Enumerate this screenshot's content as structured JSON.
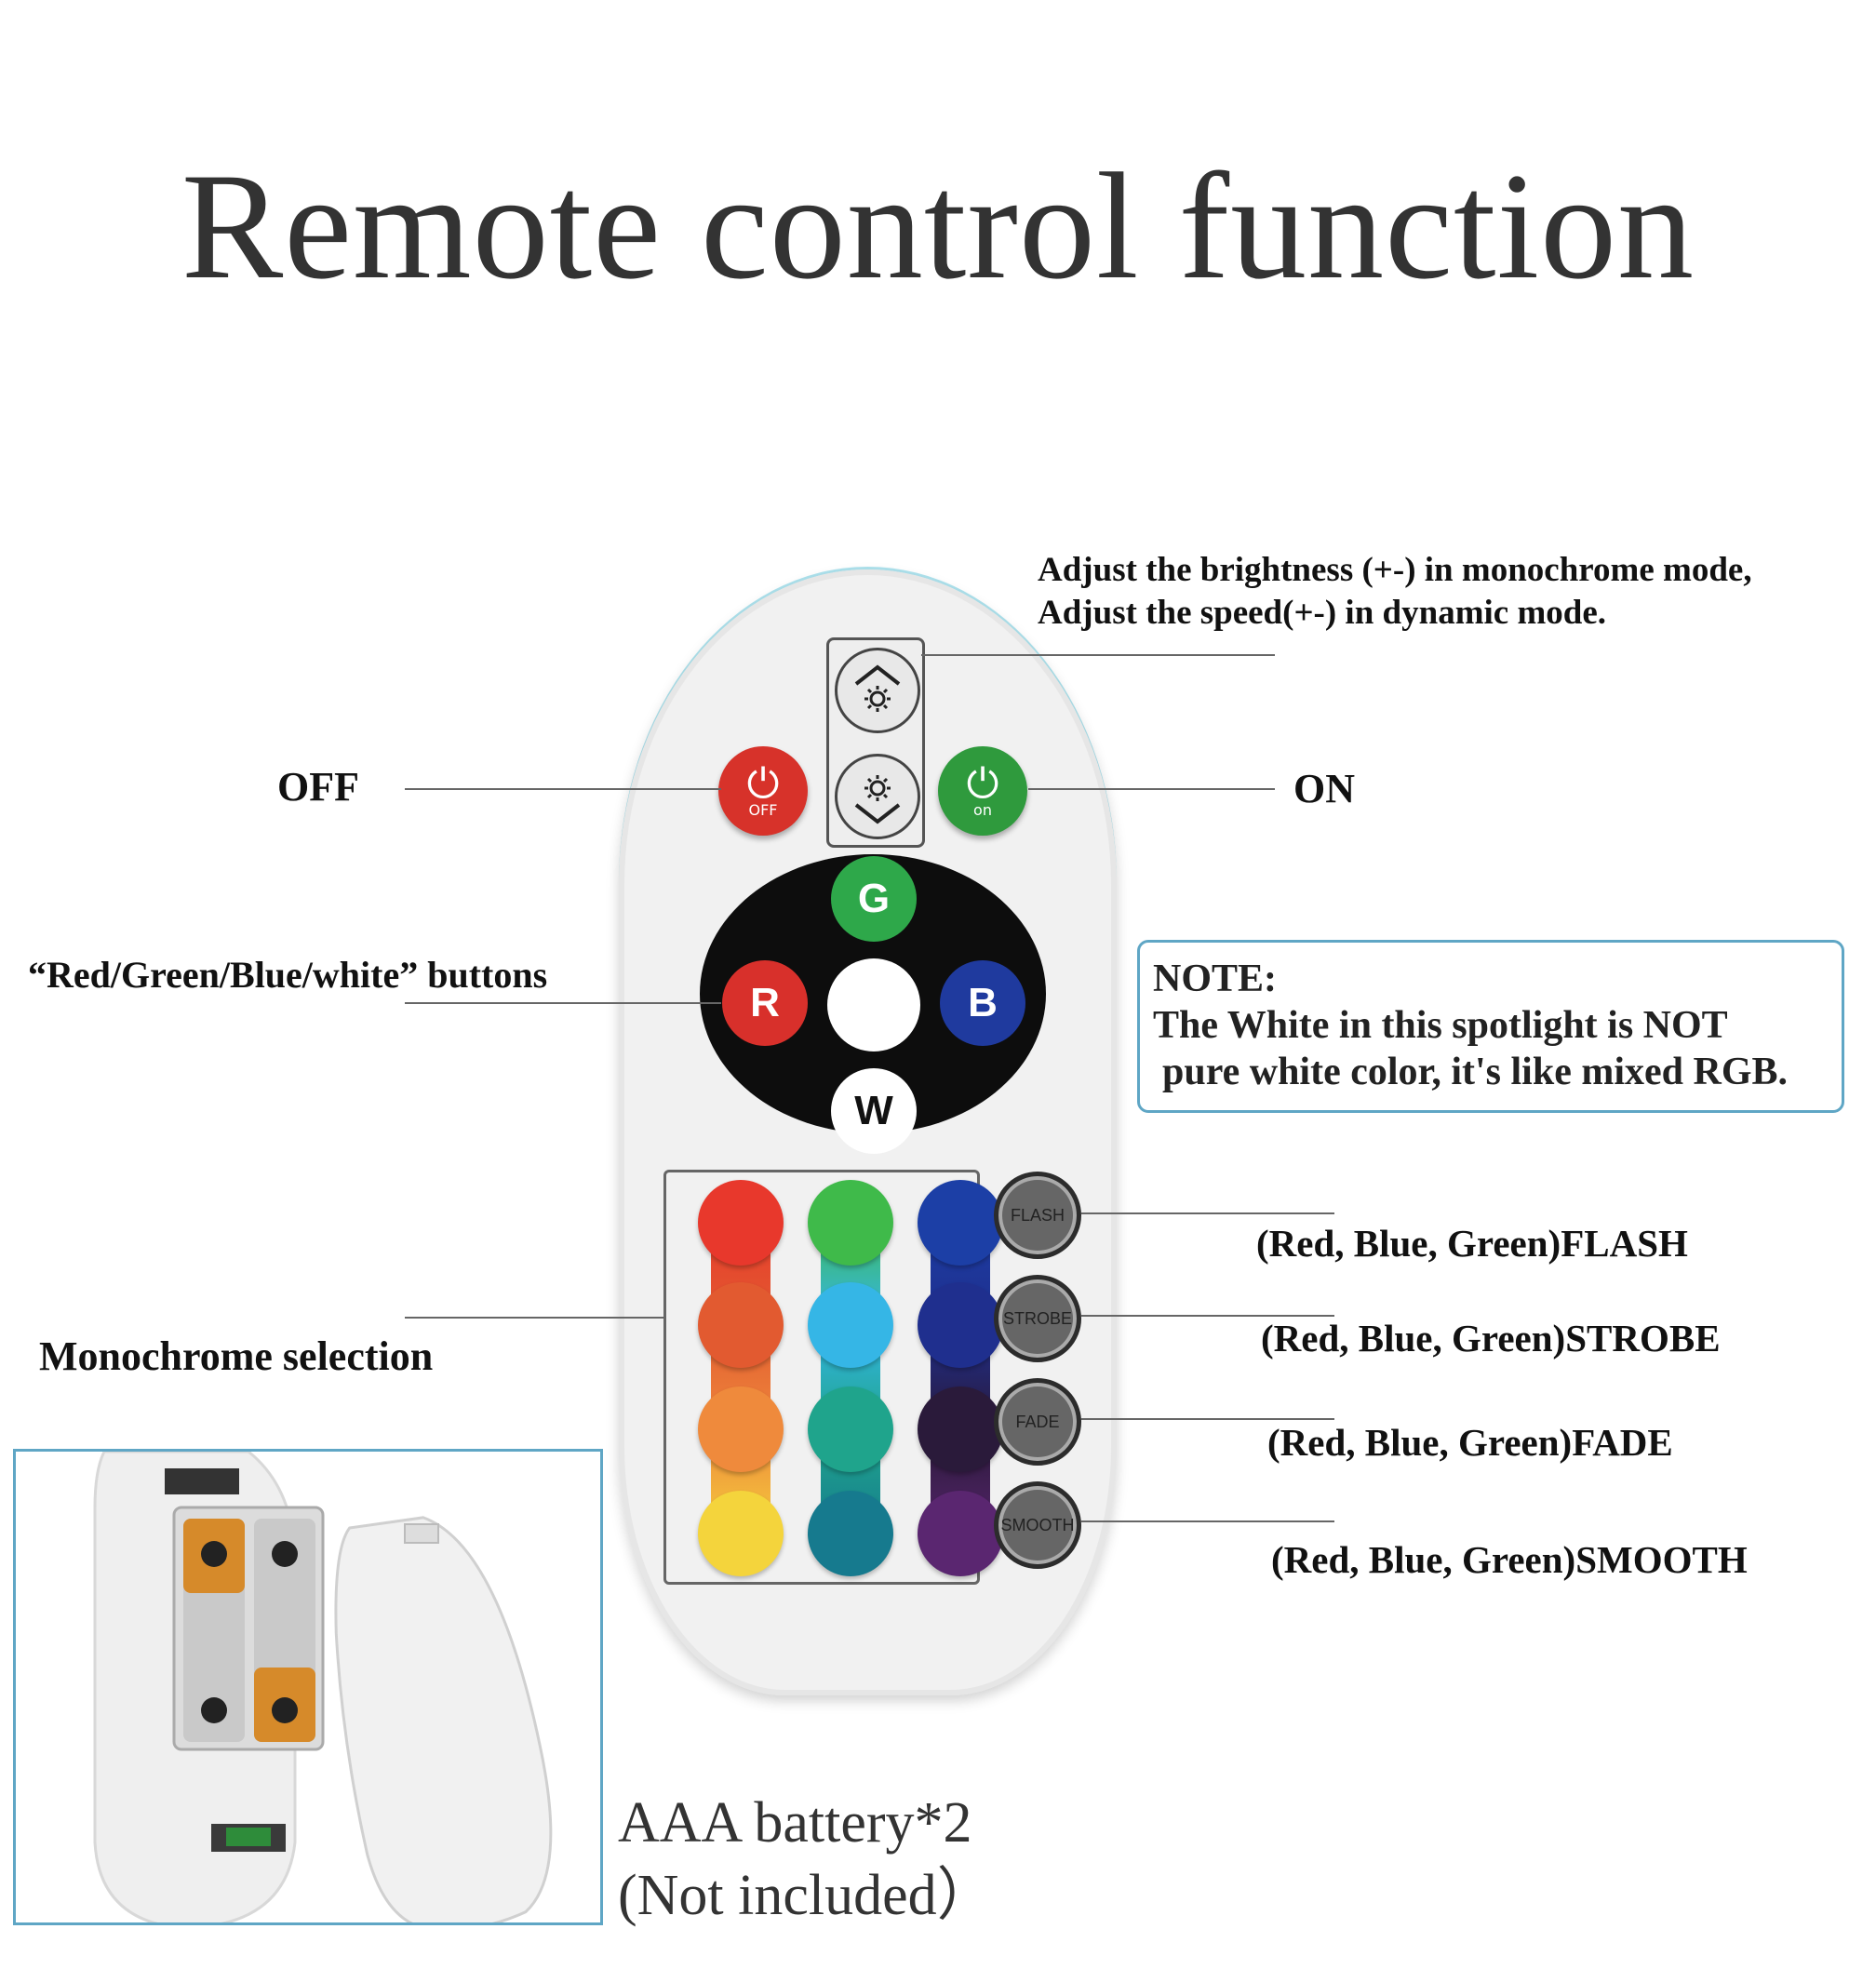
{
  "title": "Remote control function",
  "labels": {
    "brightness_line1": "Adjust the brightness (+-) in monochrome mode,",
    "brightness_line2": "Adjust the speed(+-) in dynamic mode.",
    "off": "OFF",
    "on": "ON",
    "rgbw": "“Red/Green/Blue/white” buttons",
    "monochrome": "Monochrome selection",
    "flash": "(Red, Blue, Green)FLASH",
    "strobe": "(Red, Blue, Green)STROBE",
    "fade": "(Red, Blue, Green)FADE",
    "smooth": "(Red, Blue, Green)SMOOTH"
  },
  "note": {
    "heading": "NOTE:",
    "line1": "The White in this spotlight is NOT",
    "line2": "pure white color, it's like mixed RGB."
  },
  "battery": {
    "line1": "AAA battery*2",
    "line2": "(Not included）"
  },
  "remote": {
    "off_button": "OFF",
    "on_button": "on",
    "g": "G",
    "r": "R",
    "b": "B",
    "w": "W",
    "flash": "FLASH",
    "strobe": "STROBE",
    "fade": "FADE",
    "smooth": "SMOOTH",
    "swatches": [
      [
        "#e8382c",
        "#3fba4a",
        "#1c3fa6"
      ],
      [
        "#e25a30",
        "#35b6e6",
        "#1f2f8e"
      ],
      [
        "#ef8a3c",
        "#1fa48c",
        "#2a1a3a"
      ],
      [
        "#f4d43c",
        "#167a8e",
        "#5a2670"
      ]
    ]
  }
}
